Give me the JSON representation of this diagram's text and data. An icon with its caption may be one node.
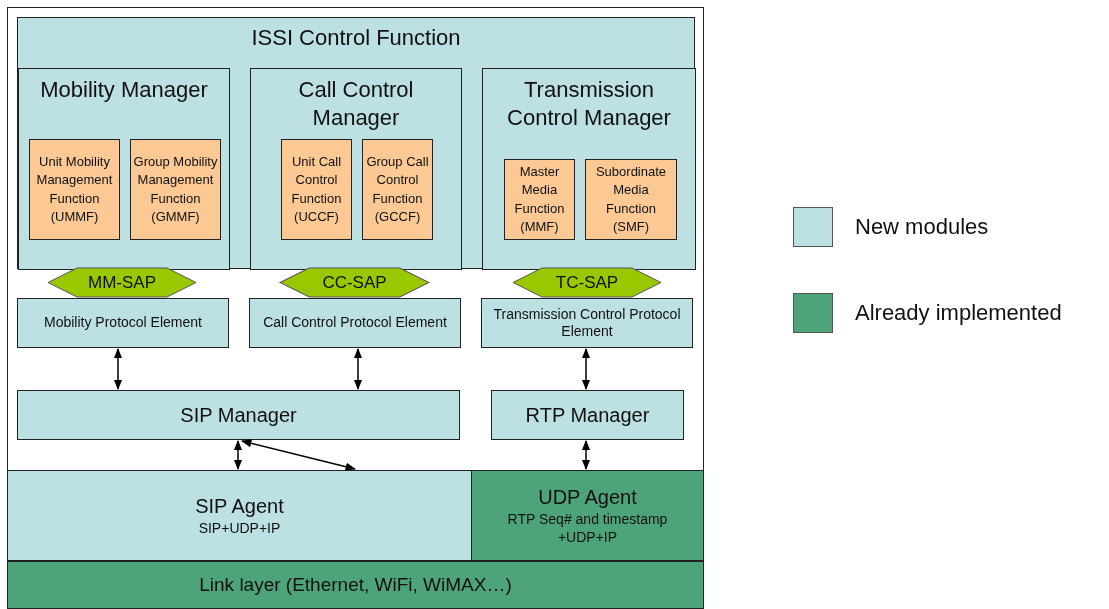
{
  "diagram": {
    "nodes": [
      {
        "text": [
          "ISSI Control Function"
        ]
      },
      {
        "text": [
          "Mobility Manager"
        ],
        "in": 0
      },
      {
        "text": [
          "Unit Mobility Management Function (UMMF)"
        ],
        "in": 1
      },
      {
        "text": [
          "Group Mobility Management Function (GMMF)"
        ],
        "in": 1
      },
      {
        "text": [
          "Call Control Manager"
        ],
        "in": 0
      },
      {
        "text": [
          "Unit Call Control Function (UCCF)"
        ],
        "in": 4
      },
      {
        "text": [
          "Group Call Control Function (GCCF)"
        ],
        "in": 4
      },
      {
        "text": [
          "Transmission Control Manager"
        ],
        "in": 0
      },
      {
        "text": [
          "Master Media Function (MMF)"
        ],
        "in": 7
      },
      {
        "text": [
          "Subordinate Media Function (SMF)"
        ],
        "in": 7
      },
      {
        "text": [
          "MM-SAP"
        ]
      },
      {
        "text": [
          "Mobility Protocol Element"
        ]
      },
      {
        "text": [
          "CC-SAP"
        ]
      },
      {
        "text": [
          "Call Control Protocol Element"
        ]
      },
      {
        "text": [
          "TC-SAP"
        ]
      },
      {
        "text": [
          "Transmission Control Protocol Element"
        ]
      },
      {
        "text": [
          "SIP Manager"
        ]
      },
      {
        "text": [
          "RTP Manager"
        ]
      },
      {
        "text": [
          "SIP Agent",
          "SIP+UDP+IP"
        ]
      },
      {
        "text": [
          "UDP Agent",
          "RTP Seq# and timestamp +UDP+IP"
        ]
      },
      {
        "text": [
          "Link layer (Ethernet, WiFi, WiMAX…)"
        ]
      }
    ],
    "edges": [
      {
        "from": 11,
        "to": 16,
        "arrow": "both"
      },
      {
        "from": 13,
        "to": 16,
        "arrow": "both"
      },
      {
        "from": 15,
        "to": 17,
        "arrow": "both"
      },
      {
        "from": 16,
        "to": 18,
        "arrow": "both"
      },
      {
        "from": 16,
        "to": 18,
        "arrow": "both"
      },
      {
        "from": 17,
        "to": 19,
        "arrow": "both"
      }
    ],
    "legend": [
      {
        "text": "New modules",
        "color": "#bde0e3"
      },
      {
        "text": "Already implemented",
        "color": "#4ea47a"
      }
    ]
  }
}
